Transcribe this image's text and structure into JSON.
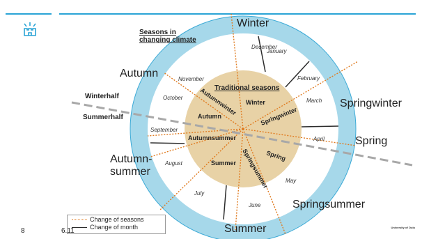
{
  "diagram": {
    "title_line1": "Seasons in",
    "title_line2": "changing climate",
    "inner_title": "Traditional seasons",
    "outer_seasons": {
      "winter": "Winter",
      "springwinter": "Springwinter",
      "spring": "Spring",
      "springsummer": "Springsummer",
      "summer": "Summer",
      "autumn_summer_line1": "Autumn-",
      "autumn_summer_line2": "summer",
      "autumn": "Autumn"
    },
    "halves": {
      "winterhalf": "Winterhalf",
      "summerhalf": "Summerhalf"
    },
    "months": {
      "december": "December",
      "january": "January",
      "february": "February",
      "march": "March",
      "april": "April",
      "may": "May",
      "june": "June",
      "july": "July",
      "august": "August",
      "september": "September",
      "october": "October",
      "november": "November"
    },
    "inner_seasons": {
      "winter": "Winter",
      "springwinter": "Springwinter",
      "spring": "Spring",
      "springsummer": "Springsummer",
      "summer": "Summer",
      "autumnsummer": "Autumnsummer",
      "autumn": "Autumn",
      "autumnwinter": "Autumnwinter"
    }
  },
  "legend": {
    "change_of_seasons": "Change of seasons",
    "change_of_month": "Change of month"
  },
  "footer": {
    "page_number": "8",
    "date": "6.11",
    "brand": "University of Oulu"
  },
  "colors": {
    "ring": "#a6d8ea",
    "ring_stroke": "#3aa9d6",
    "core": "#e8d2a6",
    "season_line": "#e07b20",
    "month_line": "#2b2b2b",
    "half_line": "#a8a8a8",
    "accent": "#2aa4d6"
  },
  "icons": {
    "logo": "university-logo-icon"
  }
}
